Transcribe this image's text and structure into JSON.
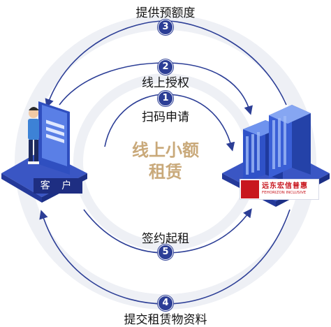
{
  "center": {
    "line1": "线上小额",
    "line2": "租赁"
  },
  "client": {
    "label": "客 户"
  },
  "company": {
    "name_cn": "远东宏信普惠",
    "name_en": "FEHORIZON INCLUSIVE"
  },
  "steps": [
    {
      "num": "1",
      "label": "扫码申请"
    },
    {
      "num": "2",
      "label": "线上授权"
    },
    {
      "num": "3",
      "label": "提供预额度"
    },
    {
      "num": "4",
      "label": "提交租赁物资料"
    },
    {
      "num": "5",
      "label": "签约起租"
    }
  ],
  "colors": {
    "arrow": "#2c3e96",
    "ring": "#e9ecf3",
    "accent_gold": "#c9a97a",
    "brand_red": "#c8161e"
  }
}
